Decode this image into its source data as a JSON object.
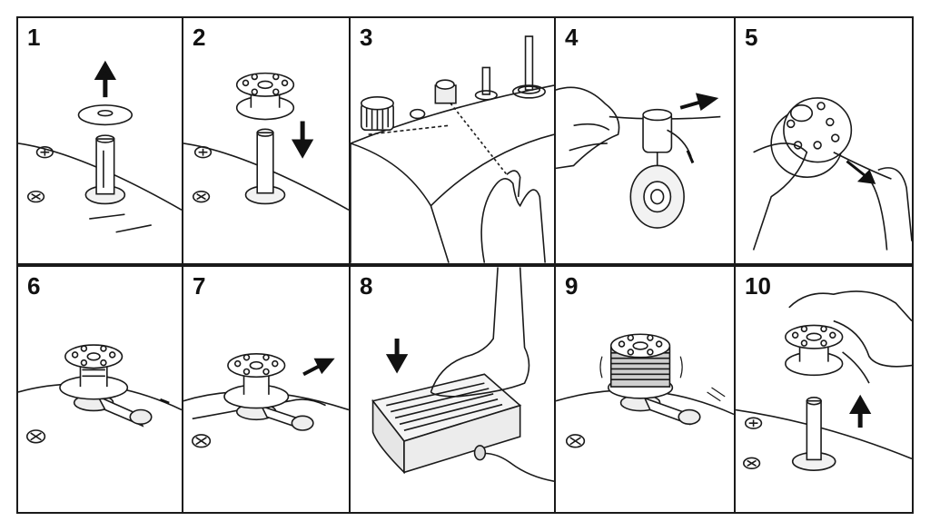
{
  "steps": [
    {
      "number": "1",
      "illustration": "remove-spool-cap"
    },
    {
      "number": "2",
      "illustration": "place-bobbin-on-pin"
    },
    {
      "number": "3",
      "illustration": "thread-through-guide"
    },
    {
      "number": "4",
      "illustration": "wind-thread-through-bobbin-hole"
    },
    {
      "number": "5",
      "illustration": "hold-thread-end"
    },
    {
      "number": "6",
      "illustration": "push-winder-right"
    },
    {
      "number": "7",
      "illustration": "engage-winder"
    },
    {
      "number": "8",
      "illustration": "press-foot-pedal"
    },
    {
      "number": "9",
      "illustration": "bobbin-winding"
    },
    {
      "number": "10",
      "illustration": "remove-bobbin"
    }
  ],
  "colors": {
    "stroke": "#1a1a1a",
    "background": "#ffffff",
    "shade": "#e6e6e6"
  }
}
